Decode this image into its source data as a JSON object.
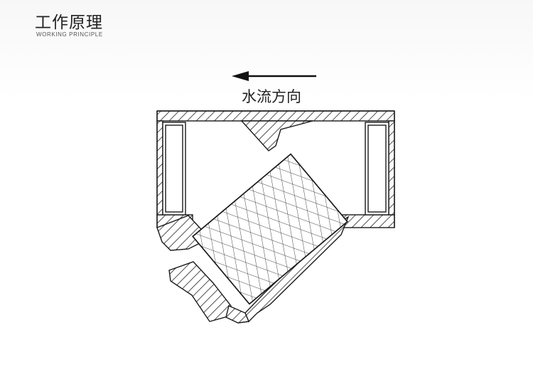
{
  "header": {
    "title": "工作原理",
    "subtitle": "WORKING  PRINCIPLE"
  },
  "diagram": {
    "flow_label": "水流方向",
    "flow_direction": "left",
    "line_color": "#1a1a1a"
  }
}
